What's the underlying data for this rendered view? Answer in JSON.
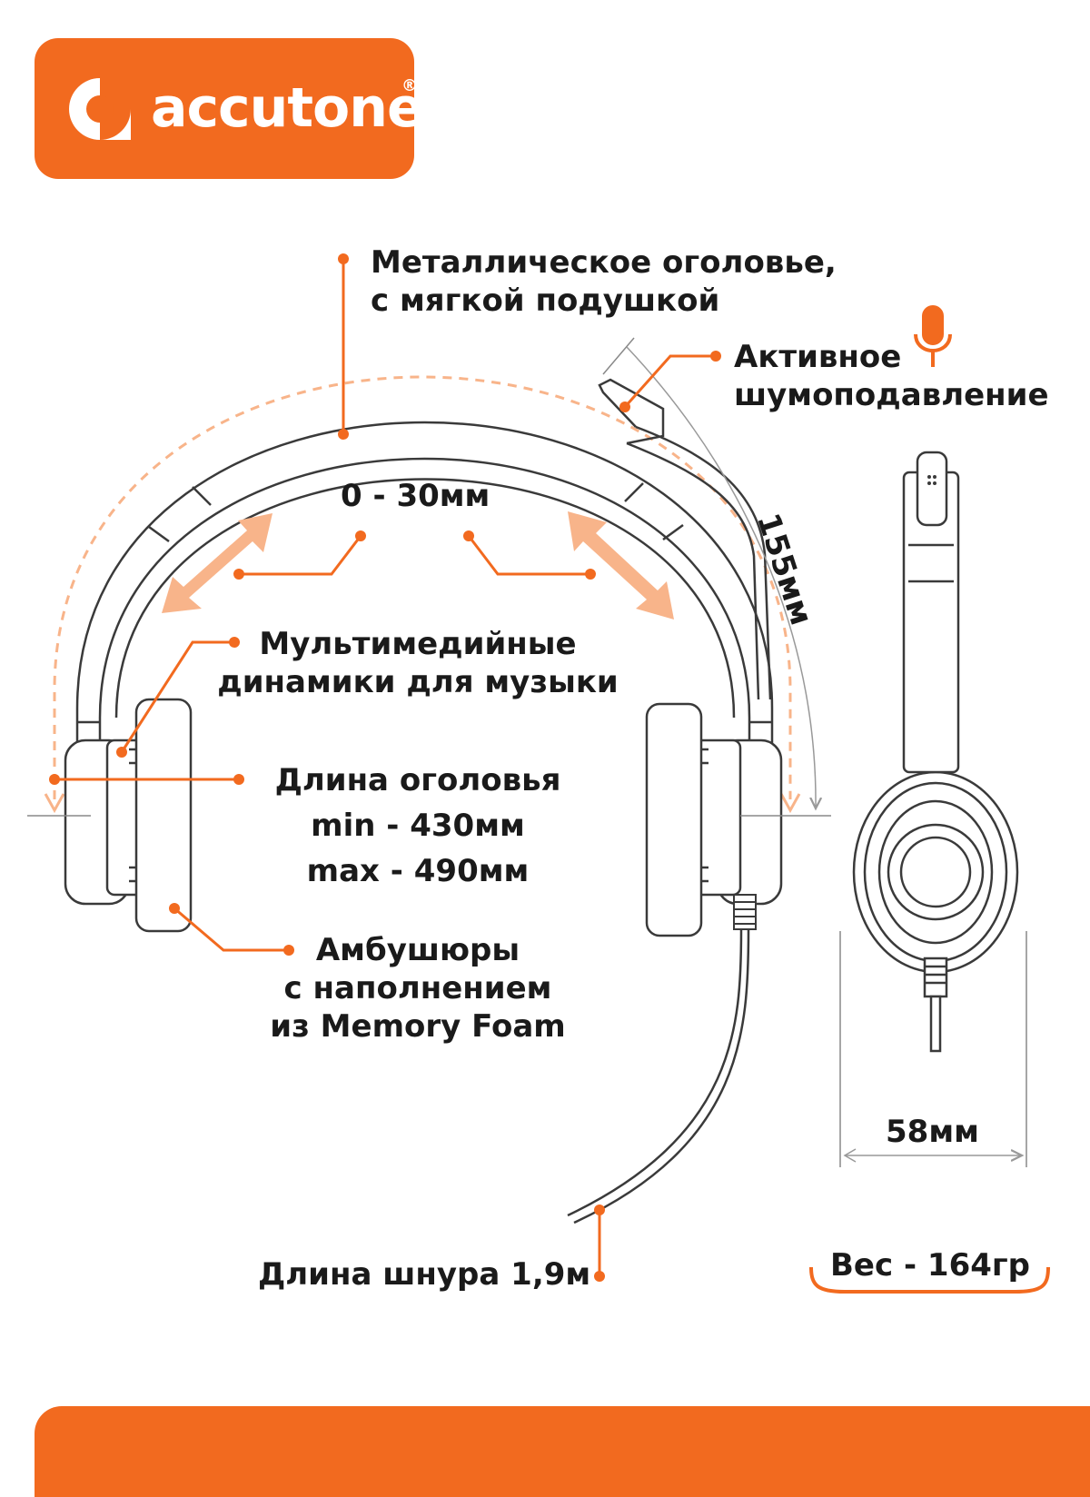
{
  "brand": {
    "name": "accutone",
    "registered": "®",
    "accent_color": "#f26a1f"
  },
  "features": {
    "headband": {
      "line1": "Металлическое оголовье,",
      "line2": "с мягкой подушкой"
    },
    "noise": {
      "line1": "Активное",
      "line2": "шумоподавление",
      "icon": "microphone-icon"
    },
    "adjust": {
      "range": "0 - 30мм"
    },
    "speakers": {
      "line1": "Мультимедийные",
      "line2": "динамики для музыки"
    },
    "headband_length": {
      "title": "Длина оголовья",
      "min": "min  - 430мм",
      "max": "max - 490мм"
    },
    "cushions": {
      "line1": "Амбушюры",
      "line2": "с наполнением",
      "line3": "из Memory Foam"
    },
    "cable": {
      "label": "Длина шнура 1,9м"
    }
  },
  "dimensions": {
    "mic_boom": "155мм",
    "width": "58мм",
    "weight": "Вес - 164гр"
  }
}
